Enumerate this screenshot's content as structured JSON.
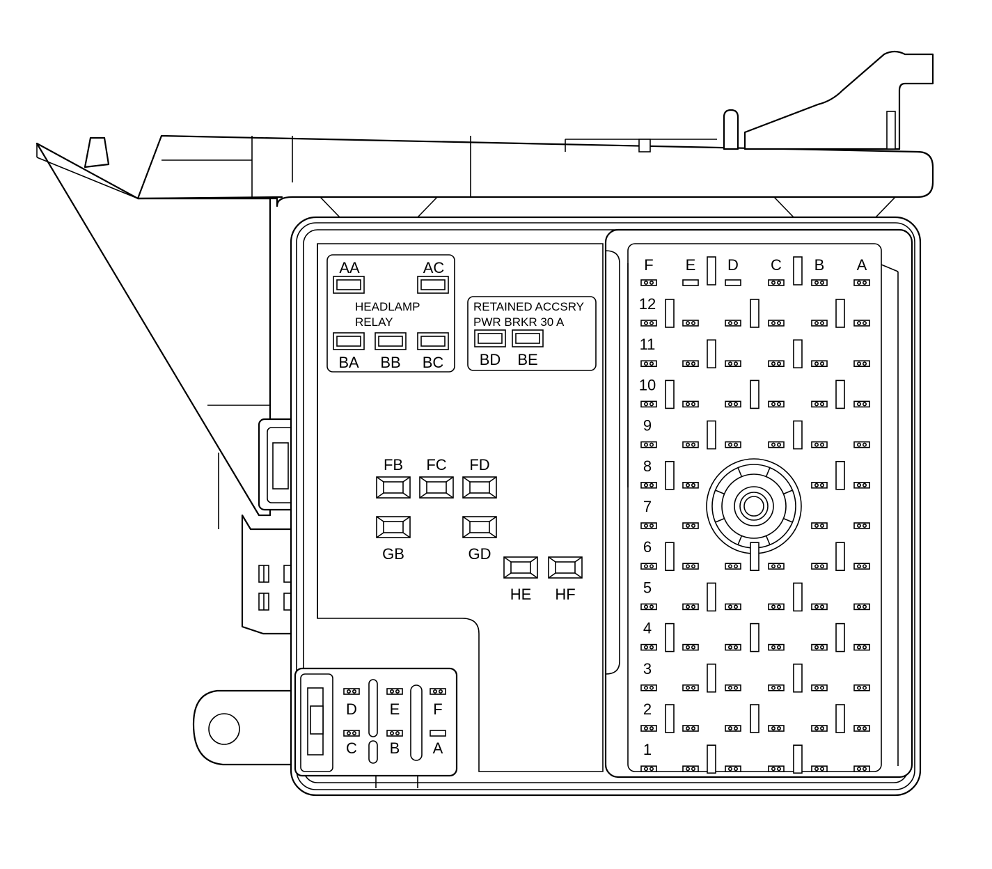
{
  "relay_block_1": {
    "title_line1": "HEADLAMP",
    "title_line2": "RELAY",
    "top_terminals": [
      "AA",
      "AC"
    ],
    "bottom_terminals": [
      "BA",
      "BB",
      "BC"
    ]
  },
  "relay_block_2": {
    "title_line1": "RETAINED ACCSRY",
    "title_line2": "PWR BRKR 30 A",
    "terminals": [
      "BD",
      "BE"
    ]
  },
  "center_terminals": {
    "row1": [
      "FB",
      "FC",
      "FD"
    ],
    "row2": [
      "GB",
      "GD"
    ],
    "row3": [
      "HE",
      "HF"
    ]
  },
  "connector_large": {
    "columns": [
      "F",
      "E",
      "D",
      "C",
      "B",
      "A"
    ],
    "rows": [
      "12",
      "11",
      "10",
      "9",
      "8",
      "7",
      "6",
      "5",
      "4",
      "3",
      "2",
      "1"
    ]
  },
  "connector_small": {
    "top_labels": [
      "D",
      "E",
      "F"
    ],
    "bottom_labels": [
      "C",
      "B",
      "A"
    ]
  }
}
